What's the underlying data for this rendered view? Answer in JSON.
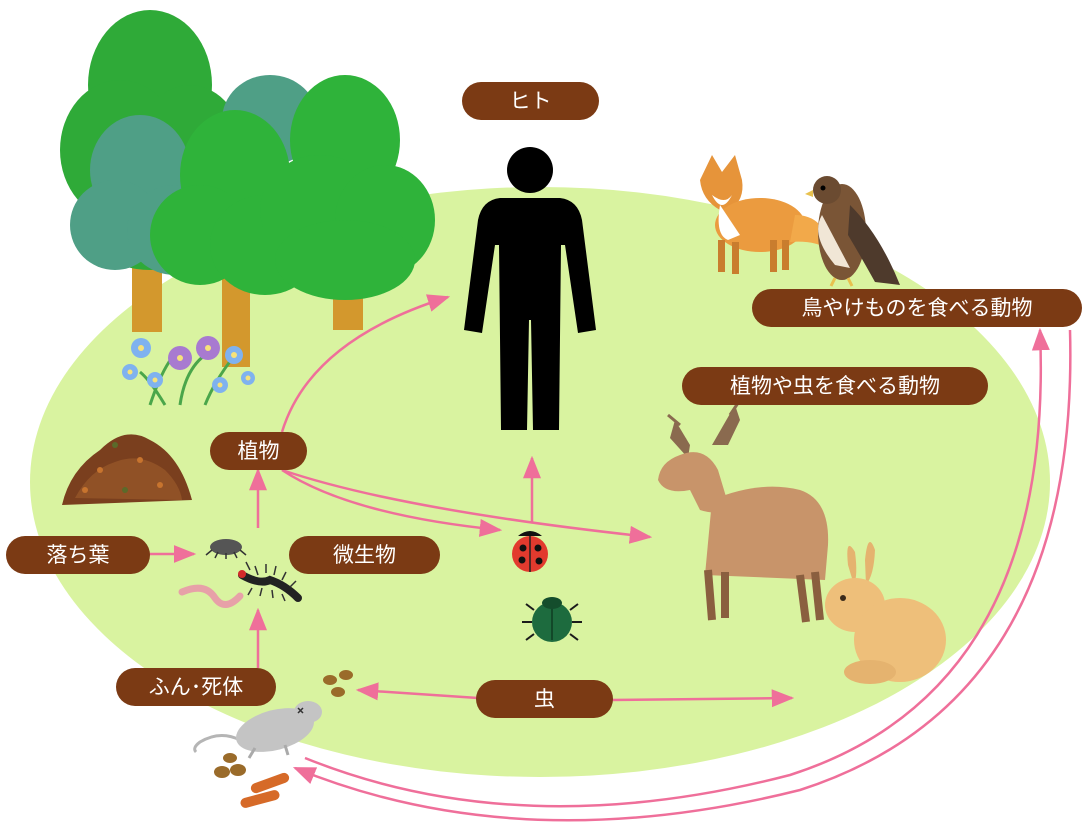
{
  "colors": {
    "label_bg": "#7b3a14",
    "label_text": "#ffffff",
    "meadow": "#d9f3a0",
    "arrow": "#ef6f9a",
    "human": "#000000",
    "tree_dark": "#2faa38",
    "tree_teal": "#4f9f86",
    "trunk": "#d3982d"
  },
  "labels": {
    "human": "ヒト",
    "predators": "鳥やけものを食べる動物",
    "herbivores": "植物や虫を食べる動物",
    "plants": "植物",
    "fallen_leaves": "落ち葉",
    "microbes": "微生物",
    "dung_corpses": "ふん･死体",
    "insects": "虫"
  },
  "icons": [
    "tree-icon",
    "flower-icon",
    "leaf-litter-icon",
    "woodlouse-icon",
    "earthworm-icon",
    "centipede-icon",
    "human-silhouette-icon",
    "fox-icon",
    "hawk-icon",
    "deer-icon",
    "rabbit-icon",
    "ladybug-icon",
    "beetle-icon",
    "dead-mouse-icon",
    "dung-icon"
  ]
}
